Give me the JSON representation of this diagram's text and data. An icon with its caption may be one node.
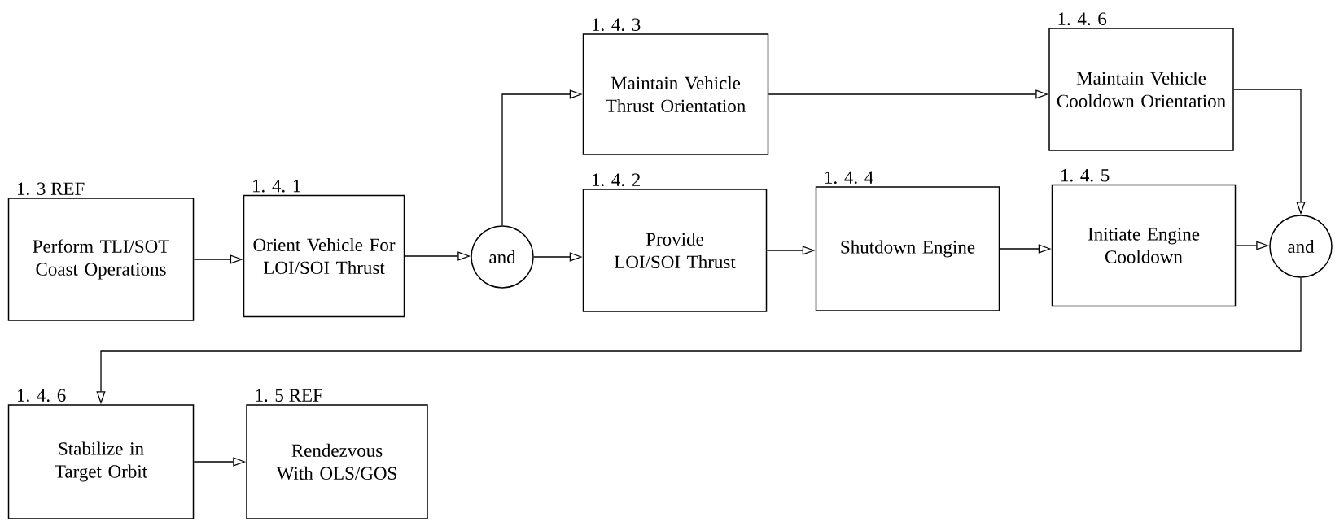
{
  "diagram": {
    "nodes": [
      {
        "text": [
          "1. 3 REF",
          "Perform TLI/SOT Coast Operations"
        ]
      },
      {
        "text": [
          "1. 4. 1",
          "Orient Vehicle For LOI/SOI Thrust"
        ]
      },
      {
        "text": [
          "and"
        ]
      },
      {
        "text": [
          "1. 4. 3",
          "Maintain Vehicle Thrust Orientation"
        ]
      },
      {
        "text": [
          "1. 4. 2",
          "Provide LOI/SOI Thrust"
        ]
      },
      {
        "text": [
          "1. 4. 6",
          "Maintain Vehicle Cooldown Orientation"
        ]
      },
      {
        "text": [
          "1. 4. 4",
          "Shutdown Engine"
        ]
      },
      {
        "text": [
          "1. 4. 5",
          "Initiate Engine Cooldown"
        ]
      },
      {
        "text": [
          "and"
        ]
      },
      {
        "text": [
          "1. 4. 6",
          "Stabilize in Target Orbit"
        ]
      },
      {
        "text": [
          "1. 5 REF",
          "Rendezvous With OLS/GOS"
        ]
      }
    ],
    "edges": [
      {
        "from": 0,
        "to": 1,
        "arrow": "to"
      },
      {
        "from": 1,
        "to": 2,
        "arrow": "to"
      },
      {
        "from": 2,
        "to": 3,
        "arrow": "to"
      },
      {
        "from": 2,
        "to": 4,
        "arrow": "to"
      },
      {
        "from": 3,
        "to": 5,
        "arrow": "to"
      },
      {
        "from": 4,
        "to": 6,
        "arrow": "to"
      },
      {
        "from": 6,
        "to": 7,
        "arrow": "to"
      },
      {
        "from": 5,
        "to": 8,
        "arrow": "to"
      },
      {
        "from": 7,
        "to": 8,
        "arrow": "to"
      },
      {
        "from": 8,
        "to": 9,
        "arrow": "to"
      },
      {
        "from": 9,
        "to": 10,
        "arrow": "to"
      }
    ]
  }
}
